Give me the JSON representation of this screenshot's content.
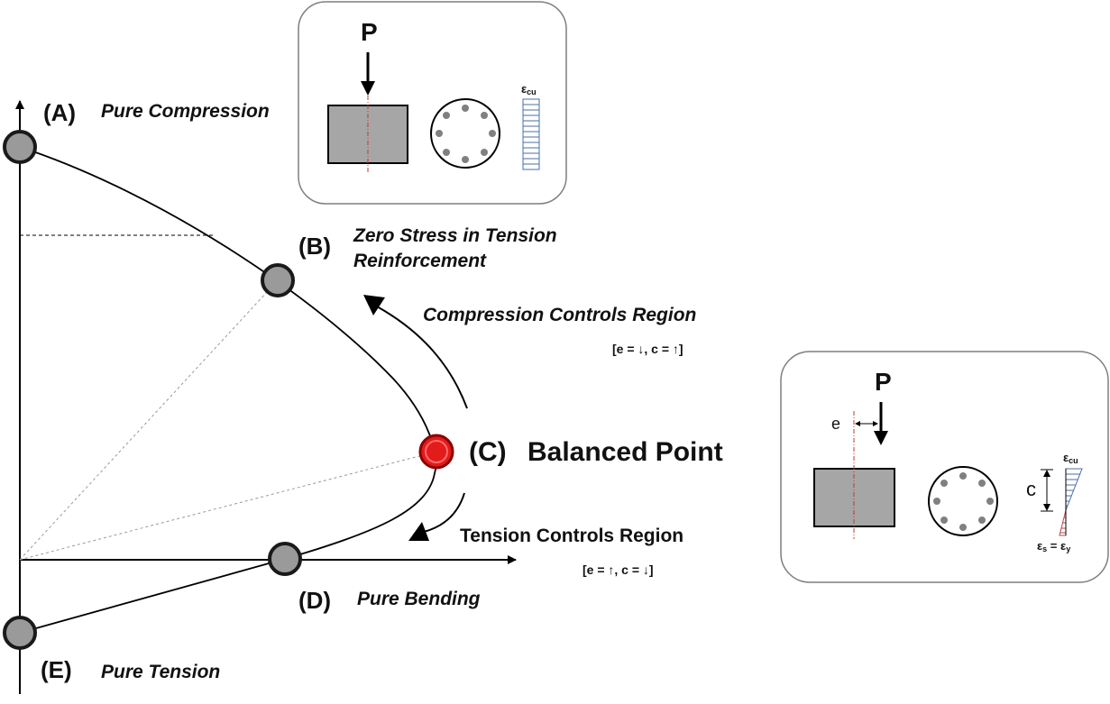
{
  "points": [
    {
      "id": "A",
      "tag": "(A)",
      "label": "Pure Compression",
      "color": "#9a9a9a"
    },
    {
      "id": "B",
      "tag": "(B)",
      "label_lines": [
        "Zero Stress in Tension",
        "Reinforcement"
      ],
      "color": "#9a9a9a"
    },
    {
      "id": "C",
      "tag": "(C)",
      "label": "Balanced Point",
      "color": "#e21b1b"
    },
    {
      "id": "D",
      "tag": "(D)",
      "label": "Pure Bending",
      "color": "#9a9a9a"
    },
    {
      "id": "E",
      "tag": "(E)",
      "label": "Pure Tension",
      "color": "#9a9a9a"
    }
  ],
  "regions": {
    "compression": {
      "title": "Compression Controls Region",
      "note": "[e = ↓, c = ↑]"
    },
    "tension": {
      "title": "Tension Controls Region",
      "note": "[e = ↑, c = ↓]"
    }
  },
  "inset_top": {
    "load": "P",
    "strain_symbol": "ε",
    "strain_sub": "cu"
  },
  "inset_right": {
    "load": "P",
    "eccentricity": "e",
    "depth": "c",
    "strain_top_symbol": "ε",
    "strain_top_sub": "cu",
    "strain_bottom_left": "ε",
    "strain_bottom_left_sub": "s",
    "strain_bottom_eq": " = ",
    "strain_bottom_right": "ε",
    "strain_bottom_right_sub": "y"
  },
  "colors": {
    "balanced": "#e21b1b",
    "point": "#9a9a9a",
    "section": "#a6a6a6",
    "strain_blue": "#4a6fa5",
    "strain_red": "#b54a4a",
    "centerline": "#c0392b"
  }
}
